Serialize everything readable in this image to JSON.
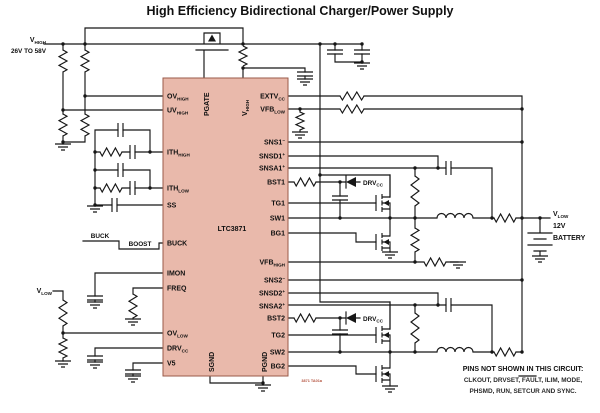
{
  "title": "High Efficiency Bidirectional Charger/Power Supply",
  "source_label": {
    "main": "V",
    "sub": "HIGH",
    "range": "26V TO 58V"
  },
  "ic": {
    "name": "LTC3871",
    "diagram_ref": "3871 TA01a",
    "left_pins": [
      {
        "main": "OV",
        "sub": "HIGH"
      },
      {
        "main": "UV",
        "sub": "HIGH"
      },
      {
        "main": "ITH",
        "sub": "HIGH"
      },
      {
        "main": "ITH",
        "sub": "LOW"
      },
      {
        "main": "SS",
        "sub": ""
      },
      {
        "main": "BUCK",
        "sub": ""
      },
      {
        "main": "IMON",
        "sub": ""
      },
      {
        "main": "FREQ",
        "sub": ""
      },
      {
        "main": "OV",
        "sub": "LOW"
      },
      {
        "main": "DRV",
        "sub": "CC"
      },
      {
        "main": "V5",
        "sub": ""
      }
    ],
    "top_pins": [
      {
        "main": "PGATE",
        "sub": ""
      },
      {
        "main": "V",
        "sub": "HIGH"
      }
    ],
    "bottom_pins": [
      {
        "main": "SGND",
        "sub": ""
      },
      {
        "main": "PGND",
        "sub": ""
      }
    ],
    "right_pins": [
      {
        "main": "EXTV",
        "sub": "CC"
      },
      {
        "main": "VFB",
        "sub": "LOW"
      },
      {
        "main": "SNS1",
        "sup": "−"
      },
      {
        "main": "SNSD1",
        "sup": "+"
      },
      {
        "main": "SNSA1",
        "sup": "+"
      },
      {
        "main": "BST1"
      },
      {
        "main": "TG1"
      },
      {
        "main": "SW1"
      },
      {
        "main": "BG1"
      },
      {
        "main": "VFB",
        "sub": "HIGH"
      },
      {
        "main": "SNS2",
        "sup": "−"
      },
      {
        "main": "SNSD2",
        "sup": "+"
      },
      {
        "main": "SNSA2",
        "sup": "+"
      },
      {
        "main": "BST2"
      },
      {
        "main": "TG2"
      },
      {
        "main": "SW2"
      },
      {
        "main": "BG2"
      }
    ]
  },
  "mode_switch": {
    "buck": "BUCK",
    "boost": "BOOST"
  },
  "vlow_label": {
    "main": "V",
    "sub": "LOW"
  },
  "drvcc_label": {
    "main": "DRV",
    "sub": "CC"
  },
  "battery": {
    "main": "V",
    "sub": "LOW",
    "voltage": "12V",
    "type": "BATTERY"
  },
  "note": {
    "heading": "PINS NOT SHOWN IN THIS CIRCUIT:",
    "line1": "CLKOUT, DRVSET, FAULT, ILIM, MODE,",
    "line2": "PHSMD, RUN, SETCUR AND SYNC."
  }
}
